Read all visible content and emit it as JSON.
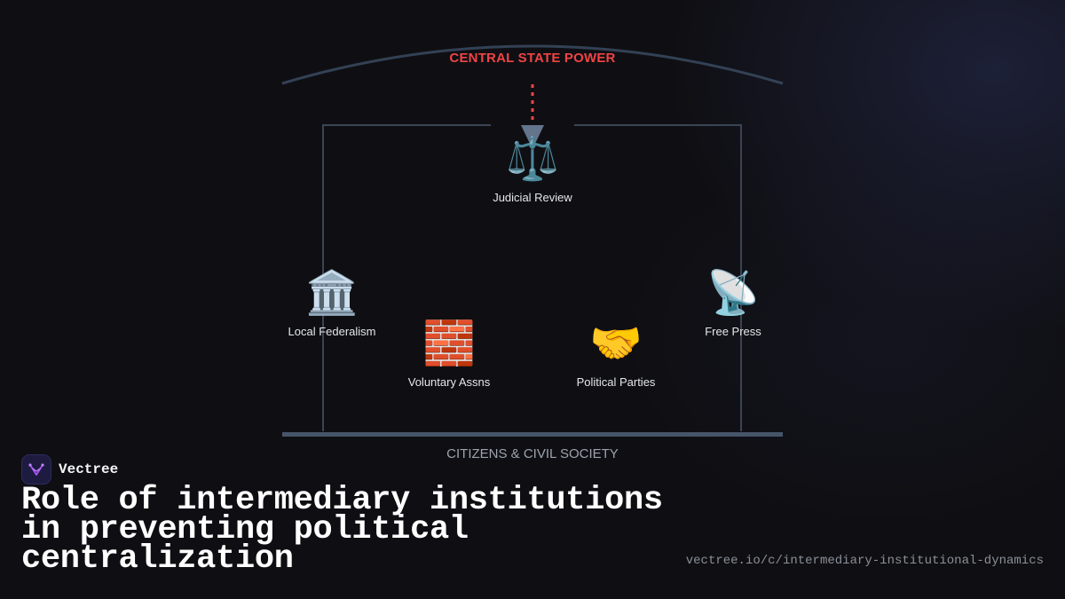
{
  "diagram": {
    "top_label": "CENTRAL STATE POWER",
    "bottom_label": "CITIZENS & CIVIL SOCIETY",
    "nodes": [
      {
        "label": "Judicial Review",
        "icon": "scales-icon",
        "glyph": "⚖️"
      },
      {
        "label": "Local Federalism",
        "icon": "classical-building-icon",
        "glyph": "🏛️"
      },
      {
        "label": "Free Press",
        "icon": "satellite-dish-icon",
        "glyph": "📡"
      },
      {
        "label": "Voluntary Assns",
        "icon": "brick-wall-icon",
        "glyph": "🧱"
      },
      {
        "label": "Political Parties",
        "icon": "handshake-icon",
        "glyph": "🤝"
      }
    ],
    "colors": {
      "power": "#ef4444",
      "lines": "#3b4454",
      "base": "#475569",
      "arrow": "#64748b"
    }
  },
  "brand": {
    "name": "Vectree",
    "logo": "vectree-logo-icon"
  },
  "title": "Role of intermediary institutions in preventing political centralization",
  "url": "vectree.io/c/intermediary-institutional-dynamics"
}
